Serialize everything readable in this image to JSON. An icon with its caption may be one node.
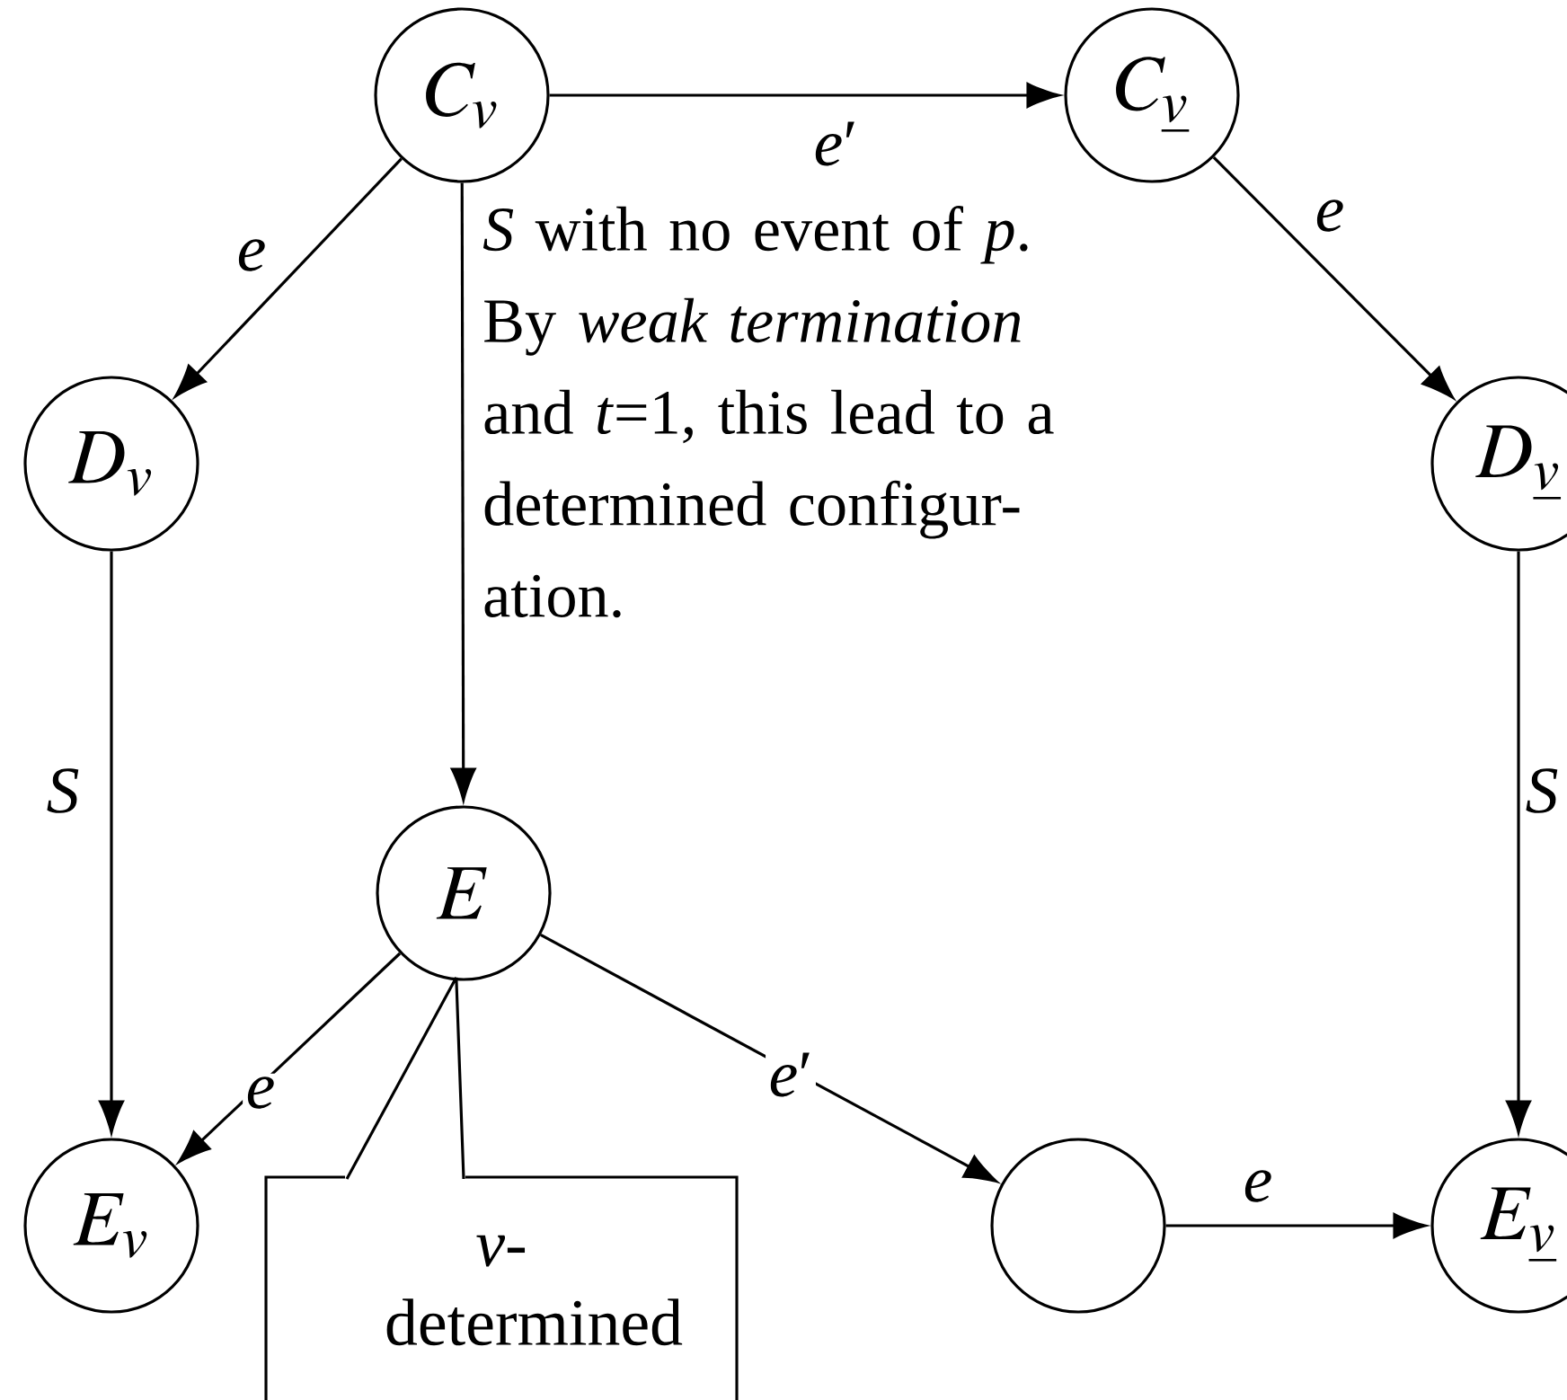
{
  "diagram": {
    "nodes": [
      {
        "text": [
          "C_{v}"
        ]
      },
      {
        "text": [
          "C_{\\underline{v}}"
        ]
      },
      {
        "text": [
          "D_{v}"
        ]
      },
      {
        "text": [
          "D_{\\underline{v}}"
        ]
      },
      {
        "text": [
          "E"
        ]
      },
      {
        "text": [
          "E_{v}"
        ]
      },
      {
        "text": [
          "*v*-determined"
        ]
      },
      {
        "text": [],
        "shape": "circle"
      },
      {
        "text": [
          "E_{\\underline{v}}"
        ]
      }
    ],
    "edges": [
      {
        "from": 0,
        "to": 1,
        "arrow": "to",
        "label": "*e*′"
      },
      {
        "from": 0,
        "to": 2,
        "arrow": "to",
        "label": "*e*"
      },
      {
        "from": 1,
        "to": 3,
        "arrow": "to",
        "label": "*e*"
      },
      {
        "from": 0,
        "to": 4,
        "arrow": "to",
        "label": "*S* with no event of *p*. By *weak termination* and *t*=1, this lead to a determined configur-ation."
      },
      {
        "from": 2,
        "to": 5,
        "arrow": "to",
        "label": "*S*"
      },
      {
        "from": 3,
        "to": 8,
        "arrow": "to",
        "label": "*S*"
      },
      {
        "from": 4,
        "to": 5,
        "arrow": "to",
        "label": "*e*"
      },
      {
        "from": 4,
        "to": 7,
        "arrow": "to",
        "label": "*e*′"
      },
      {
        "from": 7,
        "to": 8,
        "arrow": "to",
        "label": "*e*"
      },
      {
        "from": 6,
        "to": 4,
        "arrow": "none"
      }
    ]
  }
}
